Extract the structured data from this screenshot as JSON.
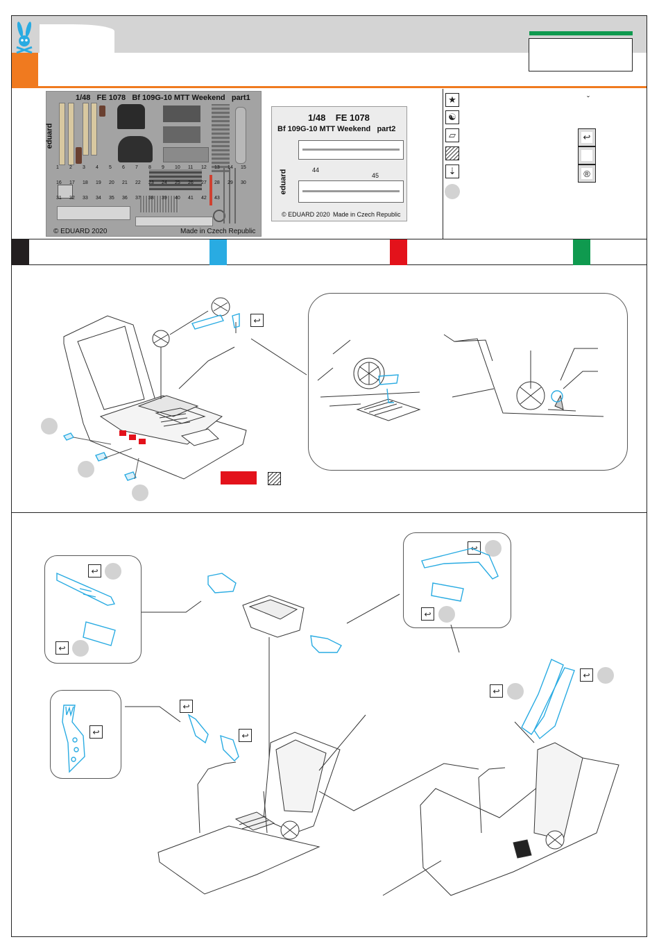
{
  "brand": {
    "logo_icon": "bunny-skull-logo-icon",
    "accent": "#f07a1f",
    "blue": "#29abe2",
    "red": "#e3121b",
    "green": "#0f9a4f"
  },
  "sheet1": {
    "scale": "1/48",
    "code": "FE 1078",
    "name": "Bf 109G-10 MTT Weekend",
    "part": "part1",
    "copyright": "© EDUARD 2020",
    "made": "Made in Czech Republic",
    "brand_vertical": "eduard",
    "part_numbers": [
      "1",
      "2",
      "3",
      "4",
      "5",
      "6",
      "7",
      "8",
      "9",
      "10",
      "11",
      "12",
      "13",
      "14",
      "15",
      "16",
      "17",
      "18",
      "19",
      "20",
      "21",
      "22",
      "23",
      "24",
      "25",
      "26",
      "27",
      "28",
      "29",
      "30",
      "31",
      "32",
      "33",
      "34",
      "35",
      "36",
      "37",
      "38",
      "39",
      "40",
      "41",
      "42",
      "43"
    ]
  },
  "sheet2": {
    "scale": "1/48",
    "code": "FE 1078",
    "name": "Bf 109G-10 MTT Weekend",
    "part": "part2",
    "copyright": "© EDUARD 2020",
    "made": "Made in Czech Republic",
    "brand_vertical": "eduard",
    "part_numbers": [
      "44",
      "45"
    ]
  },
  "legend": {
    "icons": [
      "star-icon",
      "yin-yang-icon",
      "sheet-icon",
      "hatch-icon",
      "drill-icon"
    ],
    "right_icons": [
      "bend-icon",
      "blank-icon",
      "registered-icon"
    ],
    "mark": "ˇ"
  }
}
